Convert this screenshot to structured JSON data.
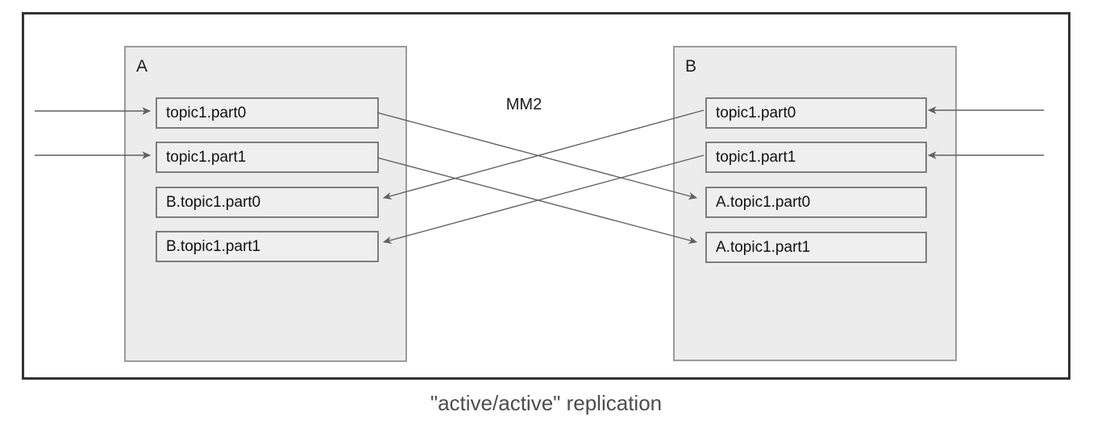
{
  "diagram": {
    "clusters": [
      {
        "label": "A",
        "topics": [
          "topic1.part0",
          "topic1.part1",
          "B.topic1.part0",
          "B.topic1.part1"
        ]
      },
      {
        "label": "B",
        "topics": [
          "topic1.part0",
          "topic1.part1",
          "A.topic1.part0",
          "A.topic1.part1"
        ]
      }
    ],
    "mm2_label": "MM2",
    "caption": "\"active/active\" replication",
    "connections": [
      {
        "from": "A.topic1.part0",
        "to": "B A.topic1.part0"
      },
      {
        "from": "A.topic1.part1",
        "to": "B A.topic1.part1"
      },
      {
        "from": "B.topic1.part0",
        "to": "A B.topic1.part0"
      },
      {
        "from": "B.topic1.part1",
        "to": "A B.topic1.part1"
      },
      {
        "from": "external-left",
        "to": "A topic1.part0"
      },
      {
        "from": "external-left",
        "to": "A topic1.part1"
      },
      {
        "from": "external-right",
        "to": "B topic1.part0"
      },
      {
        "from": "external-right",
        "to": "B topic1.part1"
      }
    ]
  },
  "colors": {
    "frame_border": "#333333",
    "cluster_fill": "#ececec",
    "cluster_border": "#9b9b9b",
    "topic_fill": "#efefef",
    "topic_border": "#7d7d7d",
    "arrow": "#616161",
    "caption_text": "#4d4d4d"
  }
}
